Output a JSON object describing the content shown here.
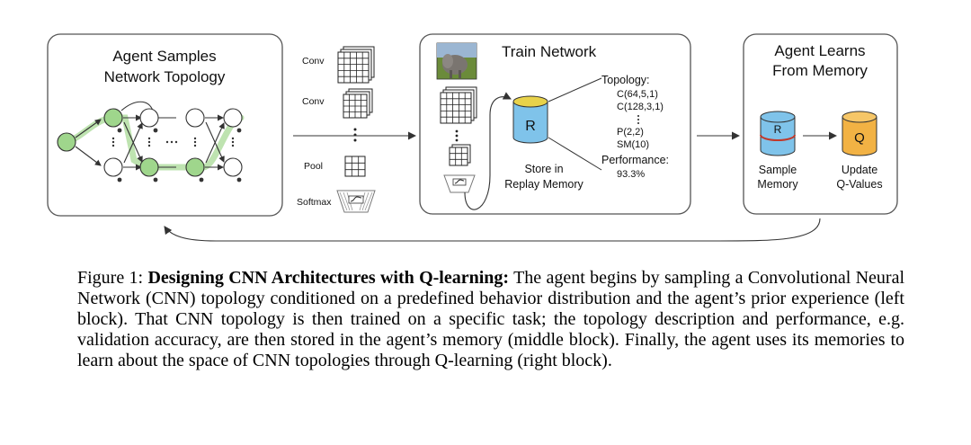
{
  "figure": {
    "left_panel": {
      "title_line1": "Agent Samples",
      "title_line2": "Network Topology"
    },
    "layers": {
      "conv1": "Conv",
      "conv2": "Conv",
      "pool": "Pool",
      "softmax": "Softmax"
    },
    "middle_panel": {
      "title": "Train Network",
      "cylinder_label": "R",
      "store_line1": "Store in",
      "store_line2": "Replay Memory",
      "topology_header": "Topology:",
      "topology_items": [
        "C(64,5,1)",
        "C(128,3,1)",
        "P(2,2)",
        "SM(10)"
      ],
      "performance_header": "Performance:",
      "performance_value": "93.3%"
    },
    "right_panel": {
      "title_line1": "Agent Learns",
      "title_line2": "From Memory",
      "cylinder_r": "R",
      "cylinder_q": "Q",
      "sample_line1": "Sample",
      "sample_line2": "Memory",
      "update_line1": "Update",
      "update_line2": "Q-Values"
    },
    "colors": {
      "node_green": "#9fd68c",
      "cylinder_blue": "#7fc3ea",
      "cylinder_orange": "#f2b244",
      "panel_border": "#555555"
    }
  },
  "caption": {
    "label": "Figure 1:",
    "bold_title": "Designing CNN Architectures with Q-learning:",
    "body": "The agent begins by sampling a Convolutional Neural Network (CNN) topology conditioned on a predefined behavior distribution and the agent’s prior experience (left block). That CNN topology is then trained on a specific task; the topology description and performance, e.g. validation accuracy, are then stored in the agent’s memory (middle block). Finally, the agent uses its memories to learn about the space of CNN topologies through Q-learning (right block)."
  }
}
